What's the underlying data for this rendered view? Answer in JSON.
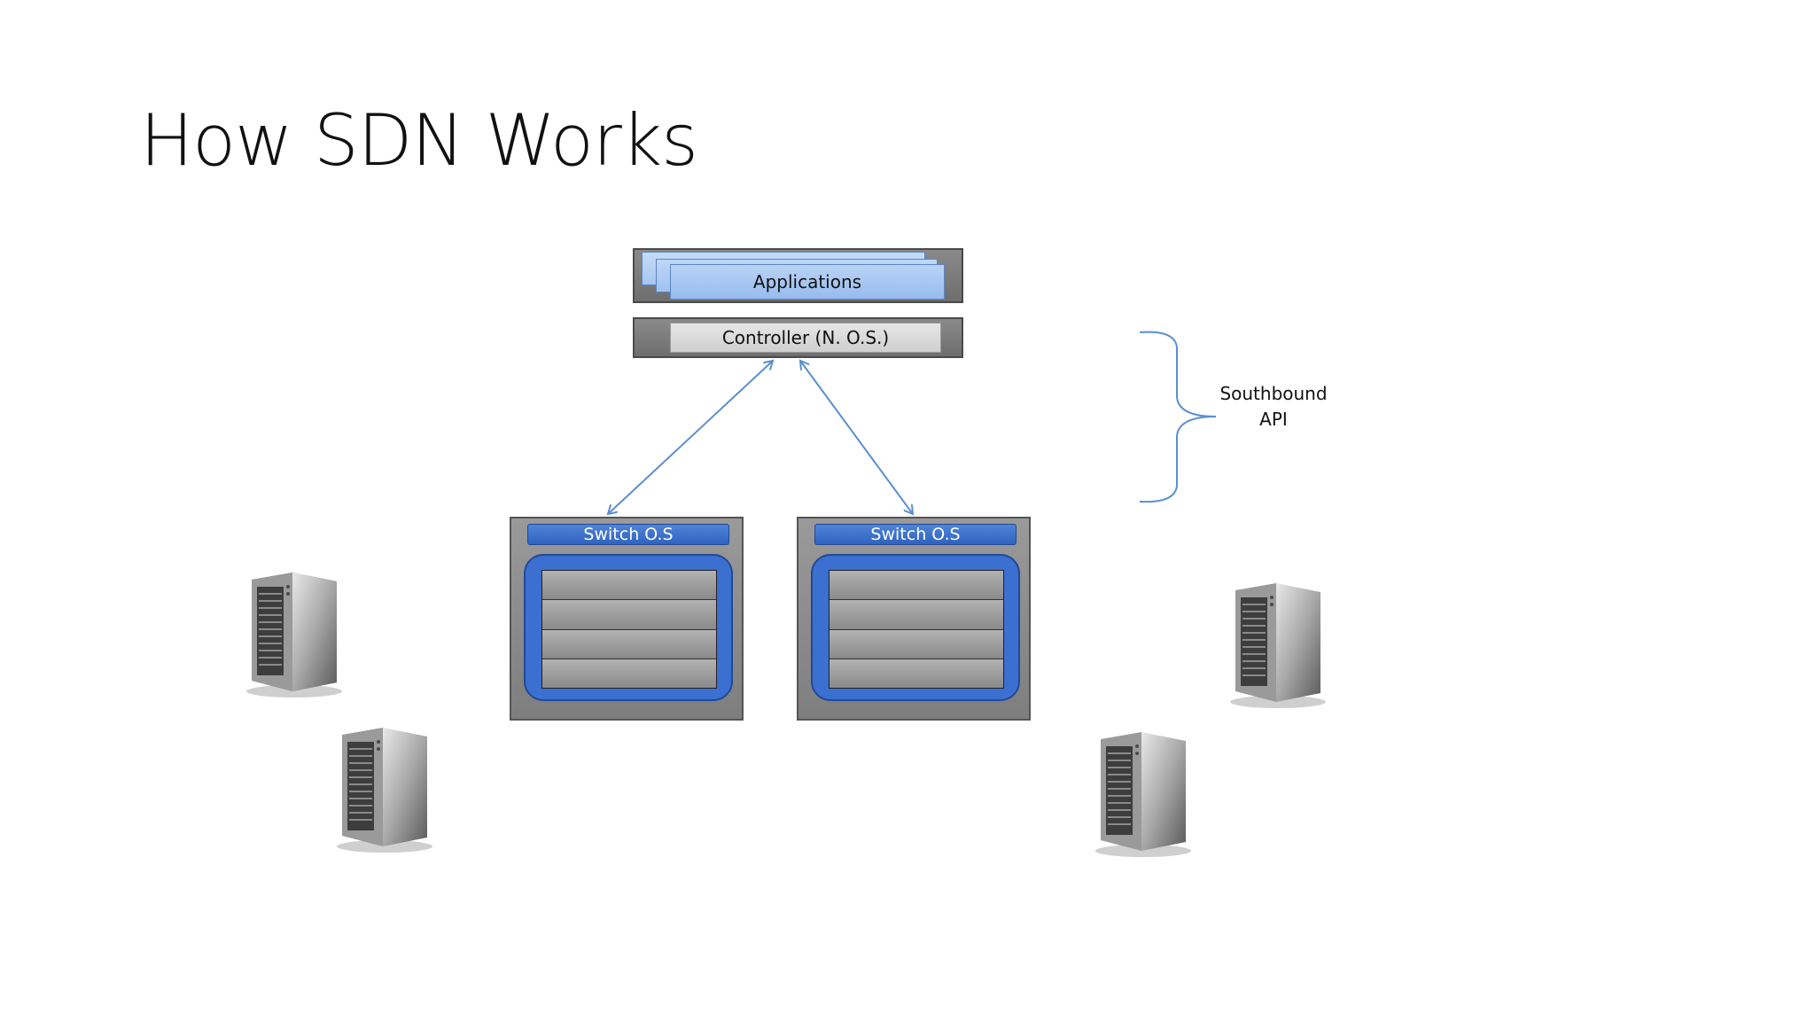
{
  "slide": {
    "title": "How SDN Works"
  },
  "diagram": {
    "applications_label": "Applications",
    "controller_label": "Controller (N. O.S.)",
    "switches": [
      {
        "label": "Switch O.S"
      },
      {
        "label": "Switch O.S"
      }
    ],
    "southbound_api": {
      "line1": "Southbound",
      "line2": "API"
    },
    "icons": {
      "server": "server-tower-icon",
      "arrow": "double-arrow-icon",
      "brace": "curly-brace-icon"
    },
    "colors": {
      "arrow": "#5b8fd0",
      "switch_blue": "#3b6fd0",
      "app_blue": "#a7c6f0",
      "panel_gray": "#7e7e7e"
    }
  }
}
